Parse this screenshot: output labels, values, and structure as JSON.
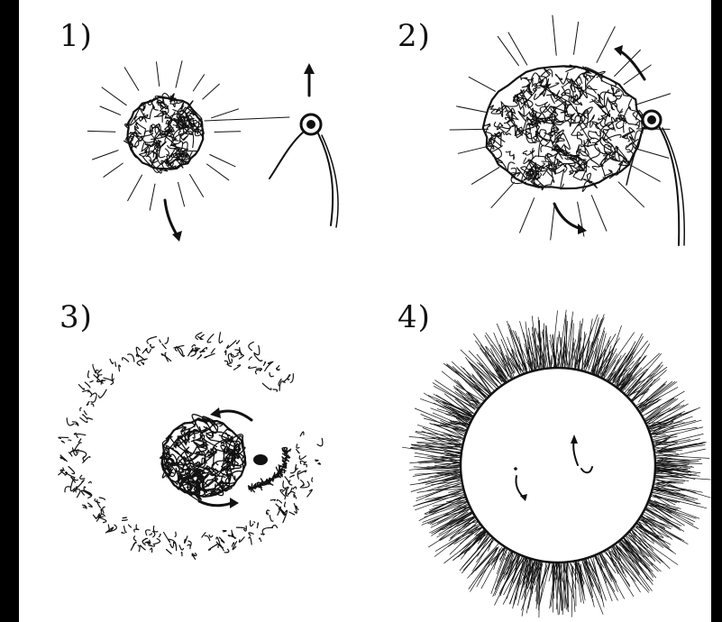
{
  "panels": [
    {
      "label": "1)"
    },
    {
      "label": "2)"
    },
    {
      "label": "3)"
    },
    {
      "label": "4)"
    }
  ],
  "colors": {
    "background": "#000000",
    "paper": "#ffffff",
    "ink": "#111111"
  }
}
